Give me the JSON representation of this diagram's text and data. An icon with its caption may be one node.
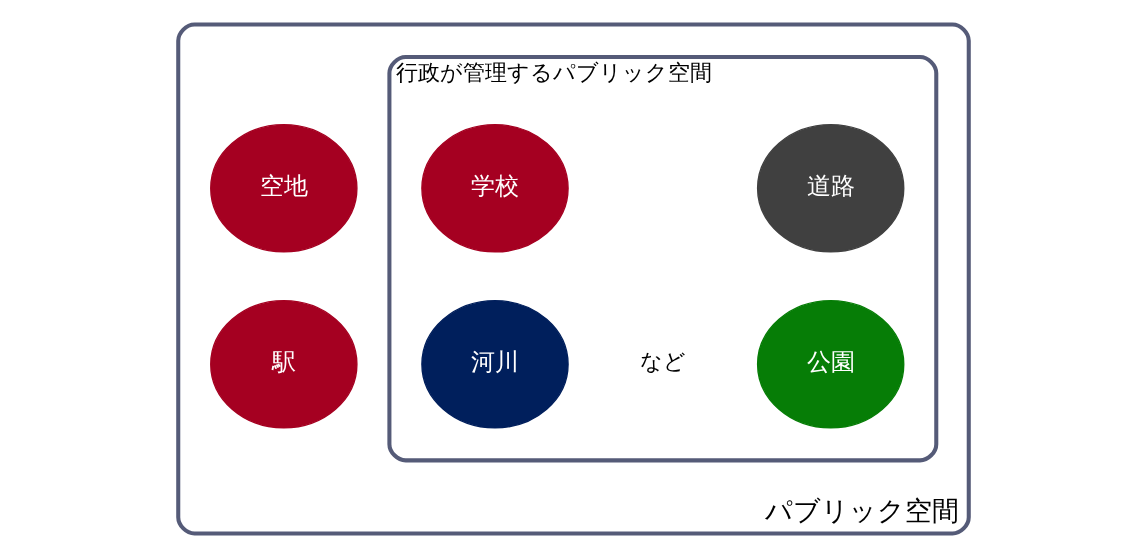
{
  "diagram": {
    "nodes": [
      {
        "text": [
          "パブリック空間"
        ]
      },
      {
        "text": [
          "行政が管理するパブリック空間"
        ],
        "in": 0
      },
      {
        "text": [
          "道路"
        ],
        "in": 1
      },
      {
        "text": [
          "学校"
        ],
        "in": 1
      },
      {
        "text": [
          "空地"
        ],
        "in": 0
      },
      {
        "text": [
          "駅"
        ],
        "in": 0
      },
      {
        "text": [
          "公園"
        ],
        "in": 1
      },
      {
        "text": [
          "河川"
        ],
        "in": 1
      }
    ],
    "labels": [
      "など"
    ]
  }
}
